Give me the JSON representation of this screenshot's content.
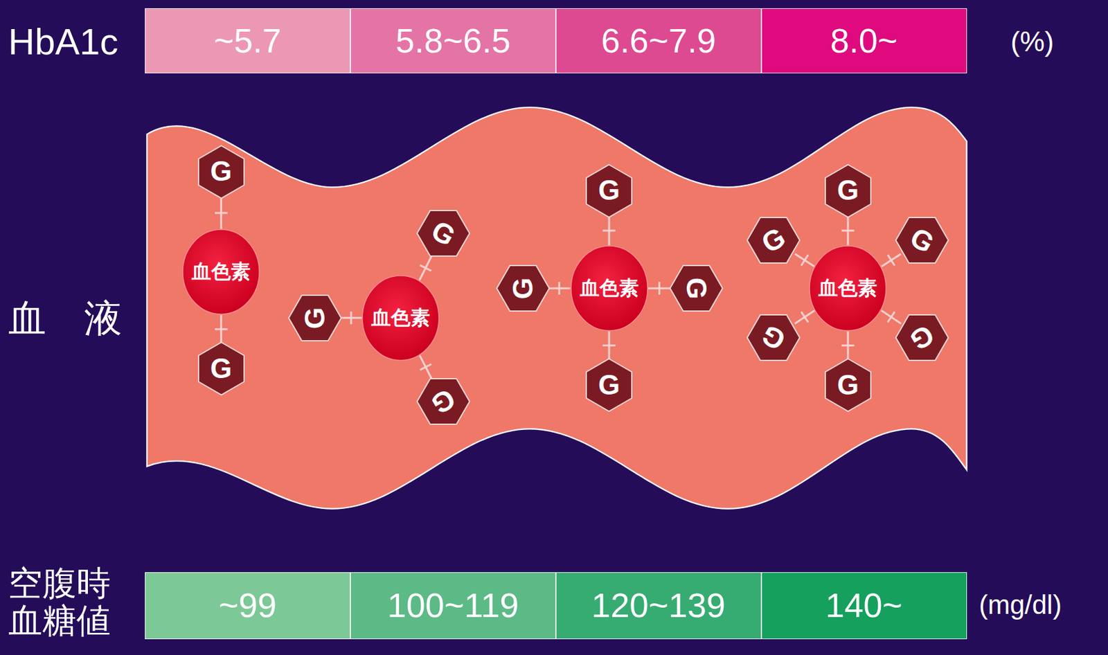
{
  "diagram": {
    "nodes": [
      {
        "text": [
          "~5.7"
        ]
      },
      {
        "text": [
          "5.8~6.5"
        ]
      },
      {
        "text": [
          "6.6~7.9"
        ]
      },
      {
        "text": [
          "8.0~"
        ]
      },
      {
        "text": [
          "血色素"
        ]
      },
      {
        "text": [
          "G"
        ]
      },
      {
        "text": [
          "G"
        ]
      },
      {
        "text": [
          "血色素"
        ]
      },
      {
        "text": [
          "G"
        ]
      },
      {
        "text": [
          "G"
        ]
      },
      {
        "text": [
          "G"
        ]
      },
      {
        "text": [
          "血色素"
        ]
      },
      {
        "text": [
          "G"
        ]
      },
      {
        "text": [
          "G"
        ]
      },
      {
        "text": [
          "G"
        ]
      },
      {
        "text": [
          "G"
        ]
      },
      {
        "text": [
          "血色素"
        ]
      },
      {
        "text": [
          "G"
        ]
      },
      {
        "text": [
          "G"
        ]
      },
      {
        "text": [
          "G"
        ]
      },
      {
        "text": [
          "G"
        ]
      },
      {
        "text": [
          "G"
        ]
      },
      {
        "text": [
          "G"
        ]
      },
      {
        "text": [
          "~99"
        ]
      },
      {
        "text": [
          "100~119"
        ]
      },
      {
        "text": [
          "120~139"
        ]
      },
      {
        "text": [
          "140~"
        ]
      }
    ],
    "edges": [
      {
        "from": 4,
        "to": 5,
        "arrow": "none"
      },
      {
        "from": 4,
        "to": 6,
        "arrow": "none"
      },
      {
        "from": 7,
        "to": 8,
        "arrow": "none"
      },
      {
        "from": 7,
        "to": 9,
        "arrow": "none"
      },
      {
        "from": 7,
        "to": 10,
        "arrow": "none"
      },
      {
        "from": 11,
        "to": 12,
        "arrow": "none"
      },
      {
        "from": 11,
        "to": 13,
        "arrow": "none"
      },
      {
        "from": 11,
        "to": 14,
        "arrow": "none"
      },
      {
        "from": 11,
        "to": 15,
        "arrow": "none"
      },
      {
        "from": 16,
        "to": 17,
        "arrow": "none"
      },
      {
        "from": 16,
        "to": 18,
        "arrow": "none"
      },
      {
        "from": 16,
        "to": 19,
        "arrow": "none"
      },
      {
        "from": 16,
        "to": 20,
        "arrow": "none"
      },
      {
        "from": 16,
        "to": 21,
        "arrow": "none"
      },
      {
        "from": 16,
        "to": 22,
        "arrow": "none"
      }
    ],
    "labels": [
      "HbA1c",
      "(%)",
      "血　液",
      "空腹時 血糖値",
      "(mg/dl)"
    ]
  }
}
